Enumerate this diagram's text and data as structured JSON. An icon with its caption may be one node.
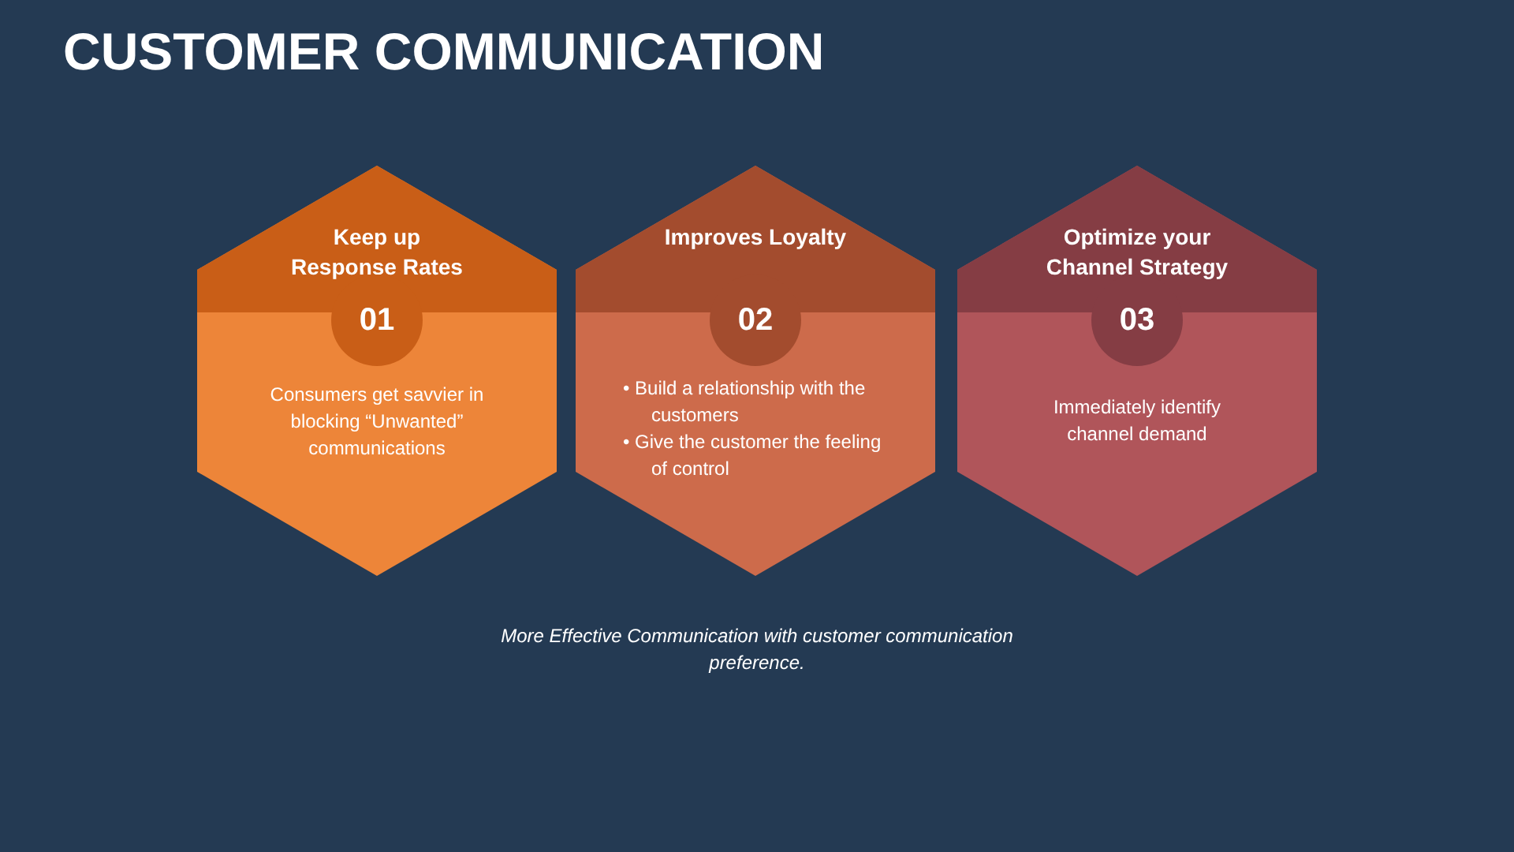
{
  "diagram": {
    "title": "CUSTOMER COMMUNICATION",
    "caption": "More Effective Communication with customer communication preference.",
    "nodes": [
      {
        "text": [
          "Keep up Response Rates",
          "01",
          "Consumers get savvier in blocking “Unwanted” communications"
        ]
      },
      {
        "text": [
          "Improves Loyalty",
          "02",
          "• Build a relationship with the customers",
          "• Give the customer the feeling of control"
        ]
      },
      {
        "text": [
          "Optimize your Channel Strategy",
          "03",
          "Immediately identify channel demand"
        ]
      }
    ]
  }
}
